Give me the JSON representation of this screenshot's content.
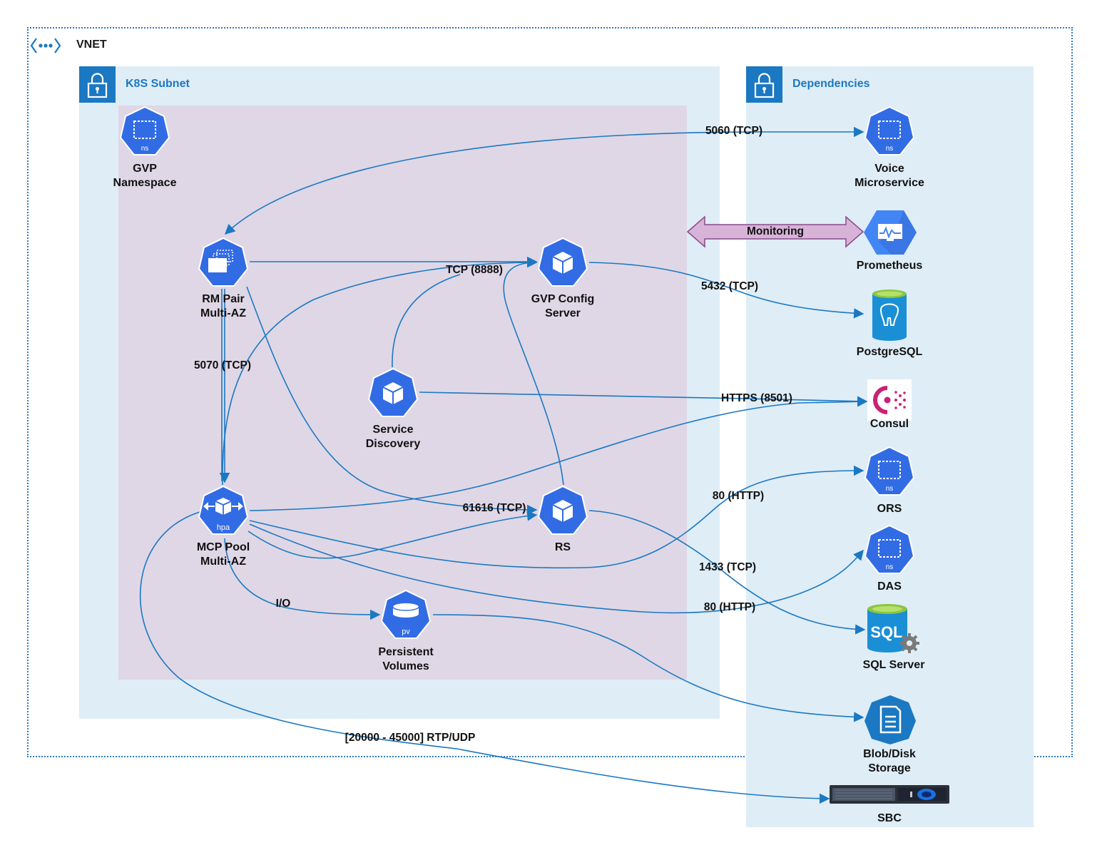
{
  "vnet": {
    "title": "VNET"
  },
  "subnets": {
    "k8s": {
      "title": "K8S Subnet"
    },
    "dependencies": {
      "title": "Dependencies"
    }
  },
  "nodes": {
    "gvp_namespace": {
      "label": "GVP\nNamespace",
      "badge": "ns"
    },
    "rm_pair": {
      "label": "RM Pair\nMulti-AZ"
    },
    "gvp_config": {
      "label": "GVP Config\nServer"
    },
    "service_discovery": {
      "label": "Service\nDiscovery"
    },
    "mcp_pool": {
      "label": "MCP  Pool\nMulti-AZ",
      "badge": "hpa"
    },
    "rs": {
      "label": "RS"
    },
    "persistent_volumes": {
      "label": "Persistent\nVolumes",
      "badge": "pv"
    },
    "voice_microservice": {
      "label": "Voice\nMicroservice",
      "badge": "ns"
    },
    "prometheus": {
      "label": "Prometheus"
    },
    "postgresql": {
      "label": "PostgreSQL"
    },
    "consul": {
      "label": "Consul"
    },
    "ors": {
      "label": "ORS",
      "badge": "ns"
    },
    "das": {
      "label": "DAS",
      "badge": "ns"
    },
    "sql_server": {
      "label": "SQL Server",
      "icon_text": "SQL"
    },
    "blob_storage": {
      "label": "Blob/Disk\nStorage"
    },
    "sbc": {
      "label": "SBC"
    }
  },
  "edges": {
    "sip_5060": "5060 (TCP)",
    "monitoring": "Monitoring",
    "tcp_8888": "TCP (8888)",
    "pg_5432": "5432 (TCP)",
    "rm_mcp_5070": "5070 (TCP)",
    "https_8501": "HTTPS (8501)",
    "rs_61616": "61616 (TCP)",
    "ors_80": "80 (HTTP)",
    "sql_1433": "1433 (TCP)",
    "io": "I/O",
    "das_80": "80 (HTTP)",
    "rtp": "[20000 - 45000] RTP/UDP"
  },
  "colors": {
    "accent": "#1b78c2",
    "node_fill": "#326ce5",
    "subnet_bg": "#dfedf6",
    "namespace_bg": "#dfd7e6",
    "monitor_arrow": "#d7b3d8",
    "consul": "#ca2171"
  }
}
